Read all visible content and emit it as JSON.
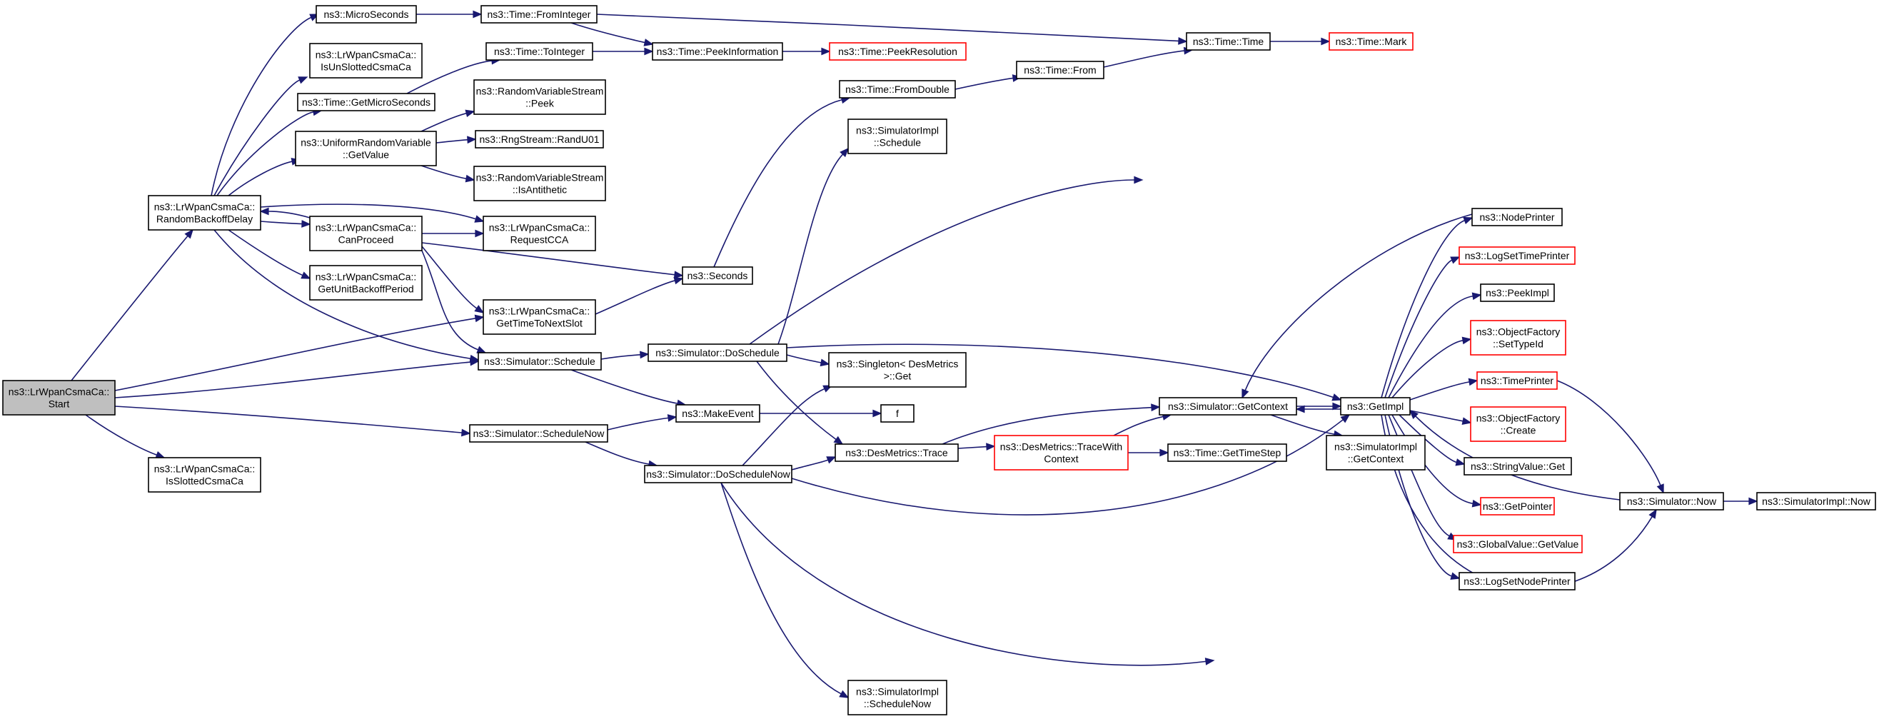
{
  "graph": {
    "colors": {
      "edge": "#191970",
      "box_border": "#000000",
      "red_border": "#ff0000",
      "root_fill": "#bfbfbf",
      "box_fill": "#ffffff"
    },
    "nodes": [
      {
        "id": "root",
        "lines": [
          "ns3::LrWpanCsmaCa::",
          "Start"
        ],
        "style": "root"
      },
      {
        "id": "rbd",
        "lines": [
          "ns3::LrWpanCsmaCa::",
          "RandomBackoffDelay"
        ],
        "style": "normal"
      },
      {
        "id": "isslot",
        "lines": [
          "ns3::LrWpanCsmaCa::",
          "IsSlottedCsmaCa"
        ],
        "style": "normal"
      },
      {
        "id": "micro",
        "lines": [
          "ns3::MicroSeconds"
        ],
        "style": "normal"
      },
      {
        "id": "isunslot",
        "lines": [
          "ns3::LrWpanCsmaCa::",
          "IsUnSlottedCsmaCa"
        ],
        "style": "normal"
      },
      {
        "id": "getmicro",
        "lines": [
          "ns3::Time::GetMicroSeconds"
        ],
        "style": "normal"
      },
      {
        "id": "urv",
        "lines": [
          "ns3::UniformRandomVariable",
          "::GetValue"
        ],
        "style": "normal"
      },
      {
        "id": "canproc",
        "lines": [
          "ns3::LrWpanCsmaCa::",
          "CanProceed"
        ],
        "style": "normal"
      },
      {
        "id": "gubp",
        "lines": [
          "ns3::LrWpanCsmaCa::",
          "GetUnitBackoffPeriod"
        ],
        "style": "normal"
      },
      {
        "id": "fromint",
        "lines": [
          "ns3::Time::FromInteger"
        ],
        "style": "normal"
      },
      {
        "id": "toint",
        "lines": [
          "ns3::Time::ToInteger"
        ],
        "style": "normal"
      },
      {
        "id": "rvspeek",
        "lines": [
          "ns3::RandomVariableStream",
          "::Peek"
        ],
        "style": "normal"
      },
      {
        "id": "randu",
        "lines": [
          "ns3::RngStream::RandU01"
        ],
        "style": "normal"
      },
      {
        "id": "isanti",
        "lines": [
          "ns3::RandomVariableStream",
          "::IsAntithetic"
        ],
        "style": "normal"
      },
      {
        "id": "reqcca",
        "lines": [
          "ns3::LrWpanCsmaCa::",
          "RequestCCA"
        ],
        "style": "normal"
      },
      {
        "id": "gttns",
        "lines": [
          "ns3::LrWpanCsmaCa::",
          "GetTimeToNextSlot"
        ],
        "style": "normal"
      },
      {
        "id": "schedule",
        "lines": [
          "ns3::Simulator::Schedule"
        ],
        "style": "normal"
      },
      {
        "id": "schednow",
        "lines": [
          "ns3::Simulator::ScheduleNow"
        ],
        "style": "normal"
      },
      {
        "id": "peekinfo",
        "lines": [
          "ns3::Time::PeekInformation"
        ],
        "style": "normal"
      },
      {
        "id": "peekres",
        "lines": [
          "ns3::Time::PeekResolution"
        ],
        "style": "red"
      },
      {
        "id": "seconds",
        "lines": [
          "ns3::Seconds"
        ],
        "style": "normal"
      },
      {
        "id": "dosched",
        "lines": [
          "ns3::Simulator::DoSchedule"
        ],
        "style": "normal"
      },
      {
        "id": "makeev",
        "lines": [
          "ns3::MakeEvent"
        ],
        "style": "normal"
      },
      {
        "id": "doschednow",
        "lines": [
          "ns3::Simulator::DoScheduleNow"
        ],
        "style": "normal"
      },
      {
        "id": "fromdbl",
        "lines": [
          "ns3::Time::FromDouble"
        ],
        "style": "normal"
      },
      {
        "id": "simisched",
        "lines": [
          "ns3::SimulatorImpl",
          "::Schedule"
        ],
        "style": "normal"
      },
      {
        "id": "singleton",
        "lines": [
          "ns3::Singleton< DesMetrics",
          ">::Get"
        ],
        "style": "normal"
      },
      {
        "id": "f",
        "lines": [
          "f"
        ],
        "style": "normal"
      },
      {
        "id": "trace",
        "lines": [
          "ns3::DesMetrics::Trace"
        ],
        "style": "normal"
      },
      {
        "id": "simischednow",
        "lines": [
          "ns3::SimulatorImpl",
          "::ScheduleNow"
        ],
        "style": "normal"
      },
      {
        "id": "from",
        "lines": [
          "ns3::Time::From"
        ],
        "style": "normal"
      },
      {
        "id": "tracewc",
        "lines": [
          "ns3::DesMetrics::TraceWith",
          "Context"
        ],
        "style": "red"
      },
      {
        "id": "time",
        "lines": [
          "ns3::Time::Time"
        ],
        "style": "normal"
      },
      {
        "id": "getctx",
        "lines": [
          "ns3::Simulator::GetContext"
        ],
        "style": "normal"
      },
      {
        "id": "gettimestep",
        "lines": [
          "ns3::Time::GetTimeStep"
        ],
        "style": "normal"
      },
      {
        "id": "mark",
        "lines": [
          "ns3::Time::Mark"
        ],
        "style": "red"
      },
      {
        "id": "getimpl",
        "lines": [
          "ns3::GetImpl"
        ],
        "style": "normal"
      },
      {
        "id": "simigetctx",
        "lines": [
          "ns3::SimulatorImpl",
          "::GetContext"
        ],
        "style": "normal"
      },
      {
        "id": "nodeprinter",
        "lines": [
          "ns3::NodePrinter"
        ],
        "style": "normal"
      },
      {
        "id": "logstp",
        "lines": [
          "ns3::LogSetTimePrinter"
        ],
        "style": "red"
      },
      {
        "id": "peekimpl",
        "lines": [
          "ns3::PeekImpl"
        ],
        "style": "normal"
      },
      {
        "id": "ofsettype",
        "lines": [
          "ns3::ObjectFactory",
          "::SetTypeId"
        ],
        "style": "red"
      },
      {
        "id": "timeprinter",
        "lines": [
          "ns3::TimePrinter"
        ],
        "style": "red"
      },
      {
        "id": "ofcreate",
        "lines": [
          "ns3::ObjectFactory",
          "::Create"
        ],
        "style": "red"
      },
      {
        "id": "strvget",
        "lines": [
          "ns3::StringValue::Get"
        ],
        "style": "normal"
      },
      {
        "id": "getptr",
        "lines": [
          "ns3::GetPointer"
        ],
        "style": "red"
      },
      {
        "id": "gvget",
        "lines": [
          "ns3::GlobalValue::GetValue"
        ],
        "style": "red"
      },
      {
        "id": "logsnp",
        "lines": [
          "ns3::LogSetNodePrinter"
        ],
        "style": "normal"
      },
      {
        "id": "simnow",
        "lines": [
          "ns3::Simulator::Now"
        ],
        "style": "normal"
      },
      {
        "id": "siminow",
        "lines": [
          "ns3::SimulatorImpl::Now"
        ],
        "style": "normal"
      }
    ],
    "edges": [
      {
        "from": "root",
        "to": "rbd"
      },
      {
        "from": "root",
        "to": "isslot"
      },
      {
        "from": "root",
        "to": "gttns"
      },
      {
        "from": "root",
        "to": "schedule"
      },
      {
        "from": "root",
        "to": "schednow"
      },
      {
        "from": "rbd",
        "to": "micro"
      },
      {
        "from": "rbd",
        "to": "isunslot"
      },
      {
        "from": "rbd",
        "to": "getmicro"
      },
      {
        "from": "rbd",
        "to": "urv"
      },
      {
        "from": "rbd",
        "to": "canproc"
      },
      {
        "from": "rbd",
        "to": "reqcca"
      },
      {
        "from": "rbd",
        "to": "gubp"
      },
      {
        "from": "rbd",
        "to": "schedule"
      },
      {
        "from": "canproc",
        "to": "rbd"
      },
      {
        "from": "canproc",
        "to": "reqcca"
      },
      {
        "from": "canproc",
        "to": "seconds"
      },
      {
        "from": "canproc",
        "to": "gttns"
      },
      {
        "from": "canproc",
        "to": "schedule"
      },
      {
        "from": "micro",
        "to": "fromint"
      },
      {
        "from": "getmicro",
        "to": "toint"
      },
      {
        "from": "urv",
        "to": "rvspeek"
      },
      {
        "from": "urv",
        "to": "randu"
      },
      {
        "from": "urv",
        "to": "isanti"
      },
      {
        "from": "fromint",
        "to": "peekinfo"
      },
      {
        "from": "fromint",
        "to": "time"
      },
      {
        "from": "toint",
        "to": "peekinfo"
      },
      {
        "from": "peekinfo",
        "to": "peekres"
      },
      {
        "from": "gttns",
        "to": "seconds"
      },
      {
        "from": "seconds",
        "to": "fromdbl"
      },
      {
        "from": "fromdbl",
        "to": "from"
      },
      {
        "from": "from",
        "to": "time"
      },
      {
        "from": "time",
        "to": "mark"
      },
      {
        "from": "schedule",
        "to": "dosched"
      },
      {
        "from": "schedule",
        "to": "makeev"
      },
      {
        "from": "schednow",
        "to": "makeev"
      },
      {
        "from": "schednow",
        "to": "doschednow"
      },
      {
        "from": "makeev",
        "to": "f"
      },
      {
        "from": "dosched",
        "to": "simisched"
      },
      {
        "from": "dosched",
        "to": "singleton"
      },
      {
        "from": "dosched",
        "to": "trace"
      },
      {
        "from": "dosched",
        "to": "getimpl"
      },
      {
        "from": "dosched",
        "to": "simnow"
      },
      {
        "from": "doschednow",
        "to": "singleton"
      },
      {
        "from": "doschednow",
        "to": "trace"
      },
      {
        "from": "doschednow",
        "to": "simischednow"
      },
      {
        "from": "doschednow",
        "to": "getimpl"
      },
      {
        "from": "doschednow",
        "to": "simnow"
      },
      {
        "from": "trace",
        "to": "tracewc"
      },
      {
        "from": "trace",
        "to": "getctx"
      },
      {
        "from": "tracewc",
        "to": "getctx"
      },
      {
        "from": "tracewc",
        "to": "gettimestep"
      },
      {
        "from": "getctx",
        "to": "getimpl"
      },
      {
        "from": "getctx",
        "to": "simigetctx"
      },
      {
        "from": "getimpl",
        "to": "getctx"
      },
      {
        "from": "getimpl",
        "to": "nodeprinter"
      },
      {
        "from": "getimpl",
        "to": "logstp"
      },
      {
        "from": "getimpl",
        "to": "peekimpl"
      },
      {
        "from": "getimpl",
        "to": "ofsettype"
      },
      {
        "from": "getimpl",
        "to": "timeprinter"
      },
      {
        "from": "getimpl",
        "to": "ofcreate"
      },
      {
        "from": "getimpl",
        "to": "strvget"
      },
      {
        "from": "getimpl",
        "to": "getptr"
      },
      {
        "from": "getimpl",
        "to": "gvget"
      },
      {
        "from": "getimpl",
        "to": "logsnp"
      },
      {
        "from": "getimpl",
        "to": "simnow"
      },
      {
        "from": "nodeprinter",
        "to": "getctx"
      },
      {
        "from": "timeprinter",
        "to": "simnow"
      },
      {
        "from": "simnow",
        "to": "getimpl"
      },
      {
        "from": "simnow",
        "to": "siminow"
      }
    ]
  }
}
